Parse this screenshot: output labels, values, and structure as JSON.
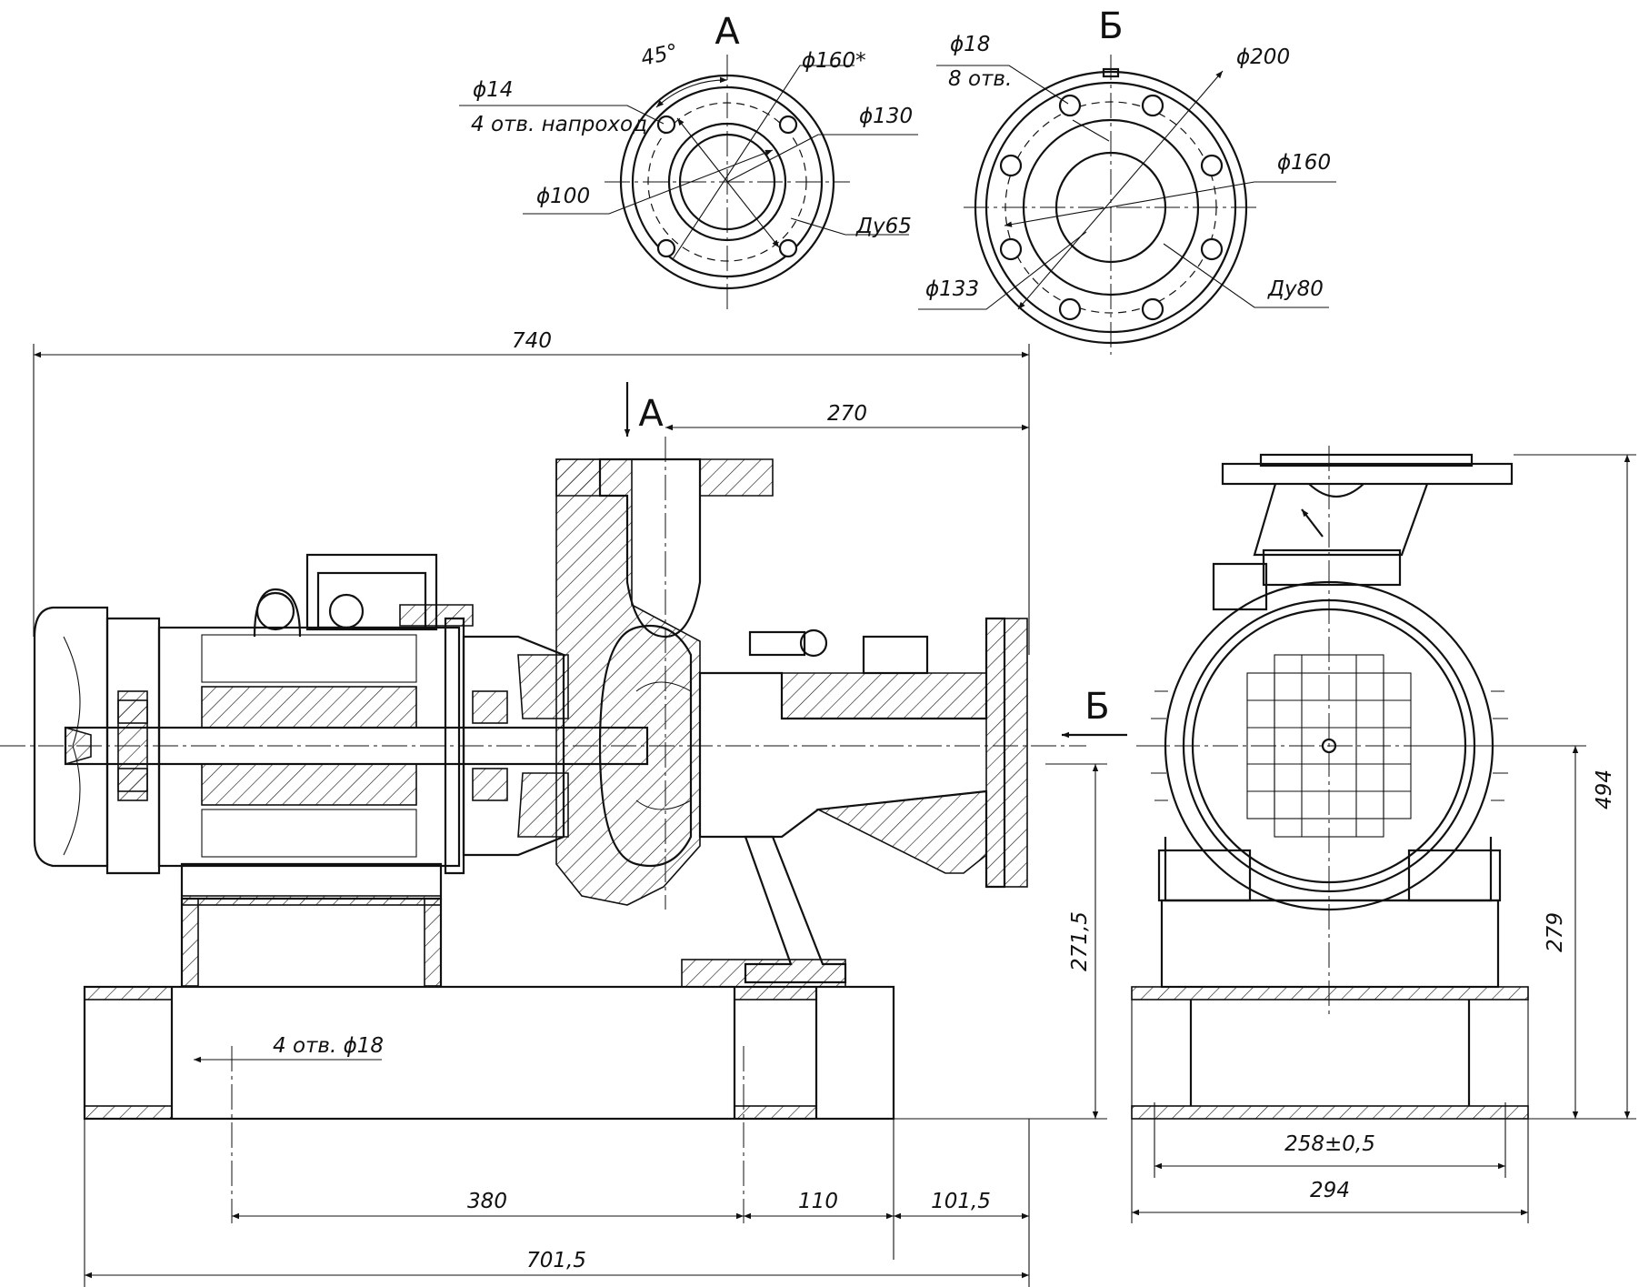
{
  "views": {
    "section_a": "А",
    "section_b": "Б"
  },
  "flange_a": {
    "angle": "45°",
    "hole_dia": "ϕ14",
    "hole_note": "4 отв. напроход",
    "pcd": "ϕ160*",
    "raised_face": "ϕ130",
    "spigot": "ϕ100",
    "dn": "Ду65"
  },
  "flange_b": {
    "hole_dia": "ϕ18",
    "hole_count": "8 отв.",
    "outer": "ϕ200",
    "pcd": "ϕ160",
    "raised_face": "ϕ133",
    "dn": "Ду80"
  },
  "side_view": {
    "overall_length": "740",
    "discharge_offset": "270",
    "shaft_height": "271,5",
    "base_holes": "4 отв. ϕ18",
    "hole_spacing": "380",
    "mid_dim": "110",
    "end_dim": "101,5",
    "base_length": "701,5"
  },
  "end_view": {
    "height_total": "494",
    "shaft_height": "279",
    "hole_spacing": "258±0,5",
    "base_width": "294"
  }
}
